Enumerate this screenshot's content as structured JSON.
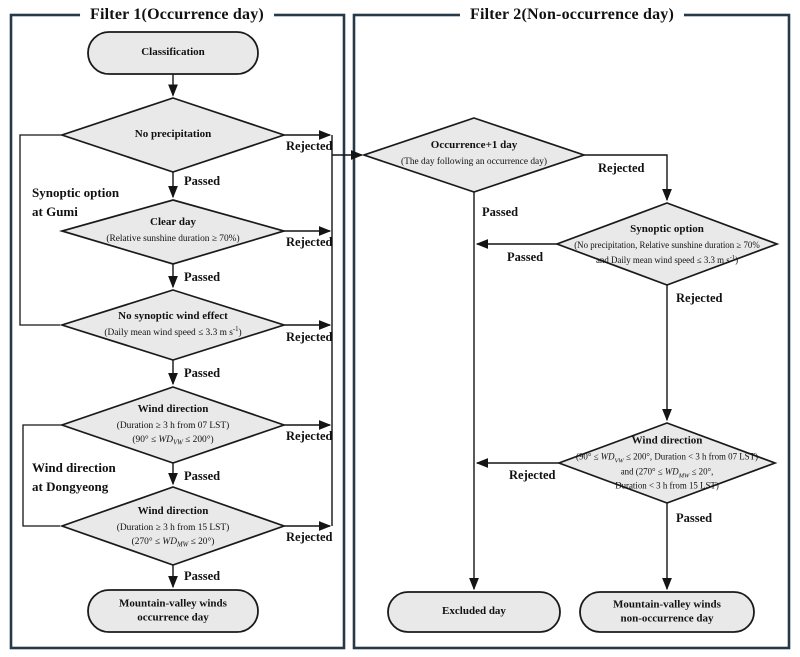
{
  "labels": {
    "passed": "Passed",
    "rejected": "Rejected"
  },
  "colors": {
    "node_fill": "#e9e9e9",
    "node_stroke": "#1a1a1a",
    "panel_stroke": "#263949",
    "line": "#141414"
  },
  "filter1": {
    "title": "Filter 1(Occurrence day)",
    "groups": {
      "gumi_line1": "Synoptic option",
      "gumi_line2": "at Gumi",
      "dongyeong_line1": "Wind direction",
      "dongyeong_line2": "at Dongyeong"
    },
    "nodes": {
      "classification": {
        "label": "Classification"
      },
      "no_precipitation": {
        "title": "No precipitation"
      },
      "clear_day": {
        "title": "Clear day",
        "line2": "(Relative sunshine duration ≥ 70%)"
      },
      "no_synoptic_wind_effect": {
        "title": "No synoptic wind effect",
        "line2": [
          {
            "t": "(Daily mean wind speed ≤ 3.3 m s"
          },
          {
            "t": "-1",
            "s": "sup"
          },
          {
            "t": ")"
          }
        ]
      },
      "wind_direction_morning": {
        "title": "Wind direction",
        "line2": "(Duration ≥ 3 h from 07 LST)",
        "line3": [
          {
            "t": "(90° ≤ "
          },
          {
            "t": "WD",
            "s": "i"
          },
          {
            "t": "VW",
            "s": "subi"
          },
          {
            "t": " ≤ 200°)"
          }
        ]
      },
      "wind_direction_evening": {
        "title": "Wind direction",
        "line2": "(Duration ≥ 3 h from 15 LST)",
        "line3": [
          {
            "t": "(270° ≤ "
          },
          {
            "t": "WD",
            "s": "i"
          },
          {
            "t": "MW",
            "s": "subi"
          },
          {
            "t": " ≤ 20°)"
          }
        ]
      },
      "occurrence_day": {
        "line1": "Mountain-valley winds",
        "line2": "occurrence day"
      }
    }
  },
  "filter2": {
    "title": "Filter 2(Non-occurrence day)",
    "nodes": {
      "occurrence_plus_1_day": {
        "title": "Occurrence+1 day",
        "line2": "(The day following an occurrence day)"
      },
      "synoptic_option": {
        "title": "Synoptic option",
        "line2": "(No precipitation, Relative sunshine duration ≥ 70%",
        "line3": [
          {
            "t": "and Daily mean wind speed ≤ 3.3 m s"
          },
          {
            "t": "-1",
            "s": "sup"
          },
          {
            "t": ")"
          }
        ]
      },
      "wind_direction": {
        "title": "Wind direction",
        "line2": [
          {
            "t": "(90° ≤ "
          },
          {
            "t": "WD",
            "s": "i"
          },
          {
            "t": "VW",
            "s": "subi"
          },
          {
            "t": " ≤ 200°, Duration < 3 h from 07 LST)"
          }
        ],
        "line3": [
          {
            "t": "and (270° ≤ "
          },
          {
            "t": "WD",
            "s": "i"
          },
          {
            "t": "MW",
            "s": "subi"
          },
          {
            "t": " ≤ 20°,"
          }
        ],
        "line4": "Duration < 3 h from 15 LST)"
      },
      "excluded_day": {
        "label": "Excluded day"
      },
      "non_occurrence_day": {
        "line1": "Mountain-valley winds",
        "line2": "non-occurrence day"
      }
    }
  }
}
